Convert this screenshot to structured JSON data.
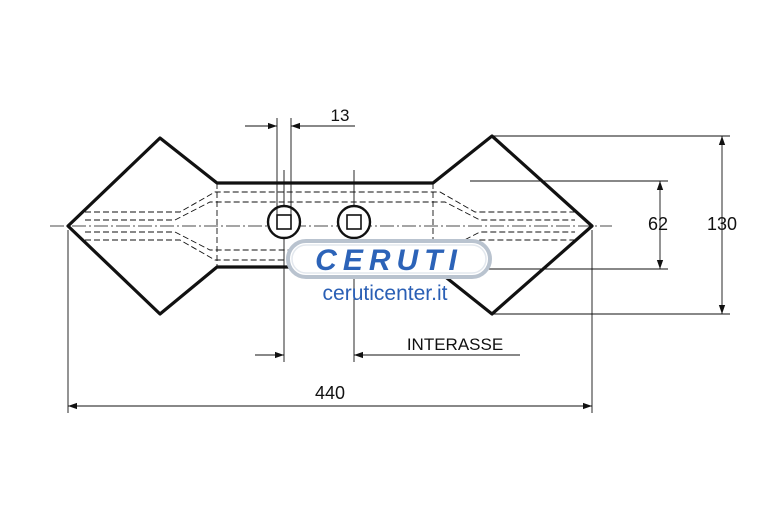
{
  "dimensions": {
    "thickness": "13",
    "inner_height": "62",
    "outer_height": "130",
    "total_length": "440",
    "hole_spacing_label": "INTERASSE"
  },
  "watermark": {
    "brand": "CERUTI",
    "website": "ceruticenter.it",
    "brand_color": "#2c63b8"
  }
}
